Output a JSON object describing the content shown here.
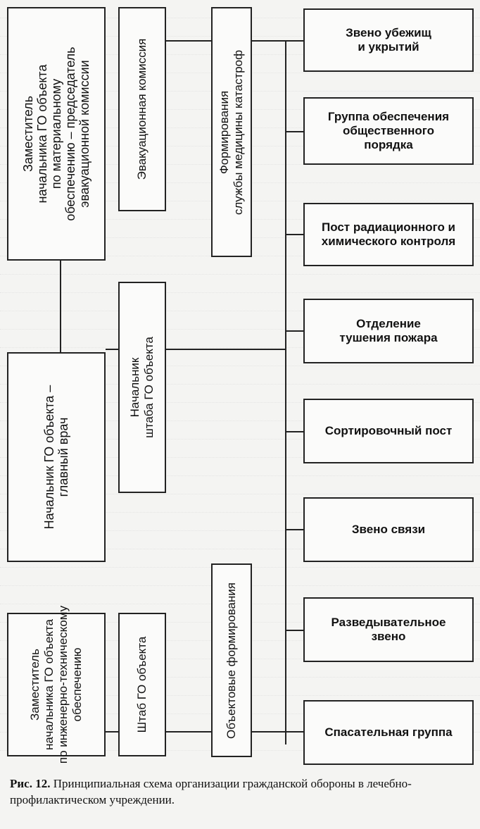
{
  "left_boxes": [
    {
      "id": "deputy_material",
      "text": "Заместитель\nначальника ГО объекта\nпо материальному\nобеспечению – председатель\nэвакуационной комиссии"
    },
    {
      "id": "evac_commission",
      "text": "Эвакуационная комиссия"
    },
    {
      "id": "chief_go",
      "text": "Начальник ГО объекта –\nглавный врач"
    },
    {
      "id": "chief_staff",
      "text": "Начальник\nштаба ГО объекта"
    },
    {
      "id": "deputy_engineering",
      "text": "Заместитель\nначальника ГО объекта\nпо инженерно-техническому\nобеспечению"
    },
    {
      "id": "staff_go",
      "text": "Штаб ГО объекта"
    }
  ],
  "middle_boxes": [
    {
      "id": "disaster_medicine",
      "text": "Формирования\nслужбы медицины катастроф"
    },
    {
      "id": "object_formations",
      "text": "Объектовые формирования"
    }
  ],
  "right_boxes": [
    {
      "id": "shelters",
      "text": "Звено убежищ\nи укрытий"
    },
    {
      "id": "public_order",
      "text": "Группа обеспечения\nобщественного\nпорядка"
    },
    {
      "id": "radiation_post",
      "text": "Пост радиационного и\nхимического контроля"
    },
    {
      "id": "fire_unit",
      "text": "Отделение\nтушения пожара"
    },
    {
      "id": "sorting_post",
      "text": "Сортировочный пост"
    },
    {
      "id": "comm_unit",
      "text": "Звено связи"
    },
    {
      "id": "recon_unit",
      "text": "Разведывательное\nзвено"
    },
    {
      "id": "rescue_group",
      "text": "Спасательная группа"
    }
  ],
  "caption": {
    "label": "Рис. 12.",
    "text": " Принципиальная схема организации гражданской обороны в лечебно-профилактическом учреждении."
  },
  "colors": {
    "line": "#222222",
    "box_border": "#222222",
    "background": "#f4f4f2"
  }
}
